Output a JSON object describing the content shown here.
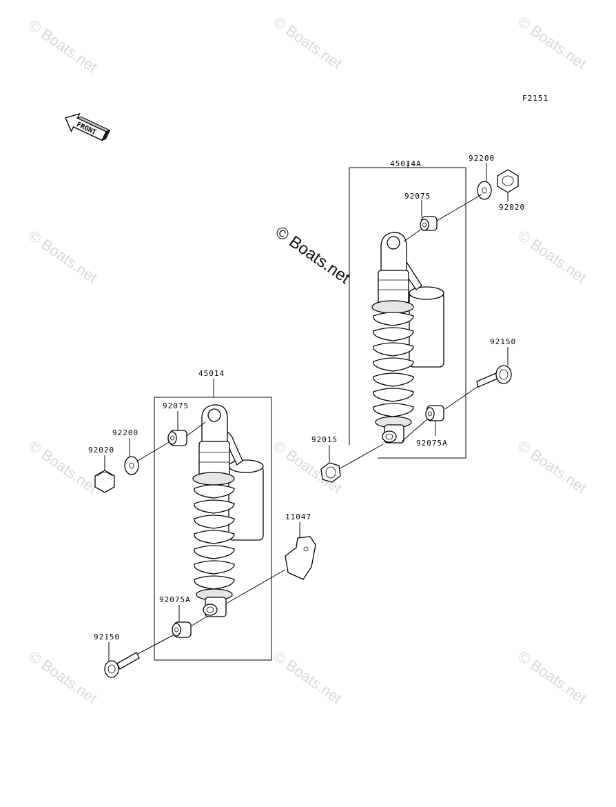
{
  "figure_code": "F2151",
  "front_label": "FRONT",
  "watermark_center": "© Boats.net",
  "watermark_tile": "© Boats.net",
  "callouts": {
    "upper_assembly": "45014A",
    "upper_washer": "92200",
    "upper_nut": "92020",
    "upper_bushing_top": "92075",
    "upper_bolt": "92150",
    "upper_nut_bottom": "92015",
    "upper_bushing_bottom": "92075A",
    "lower_assembly": "45014",
    "lower_bushing_top": "92075",
    "lower_washer": "92200",
    "lower_nut": "92020",
    "lower_bracket": "11047",
    "lower_bushing_bottom": "92075A",
    "lower_bolt": "92150"
  }
}
